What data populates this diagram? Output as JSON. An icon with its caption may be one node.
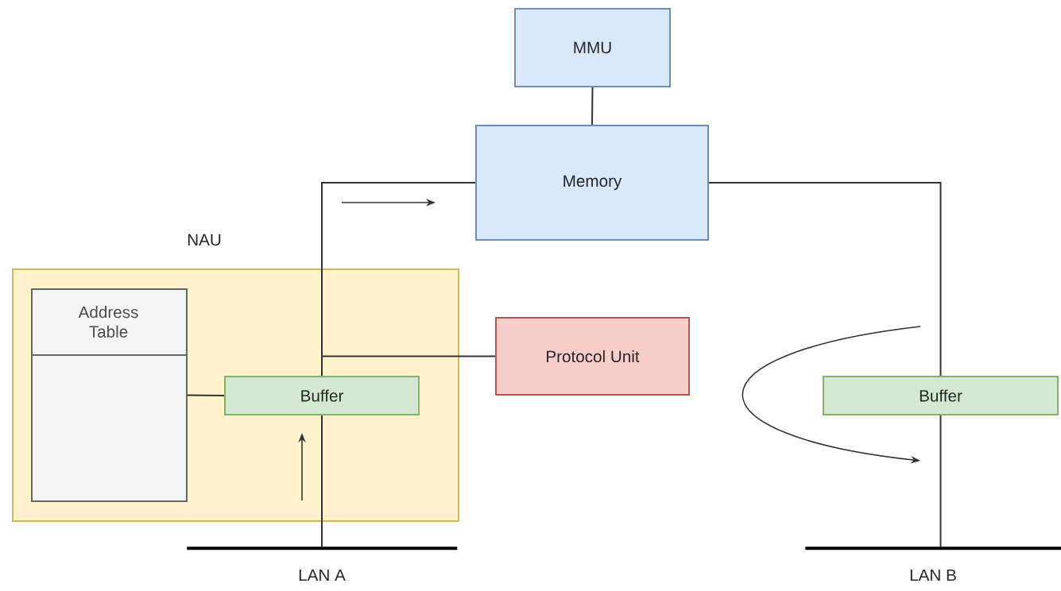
{
  "diagram": {
    "nodes": [
      {
        "text": [
          "MMU"
        ]
      },
      {
        "text": [
          "Memory"
        ]
      },
      {
        "text": [
          "NAU"
        ]
      },
      {
        "text": [
          "Address Table"
        ],
        "in": 2
      },
      {
        "text": [
          "Buffer"
        ],
        "in": 2
      },
      {
        "text": [
          "Protocol Unit"
        ]
      },
      {
        "text": [
          "Buffer"
        ]
      },
      {
        "text": [],
        "shape": "bar",
        "beside": [
          "LAN A"
        ]
      },
      {
        "text": [],
        "shape": "bar",
        "beside": [
          "LAN B"
        ]
      }
    ],
    "edges": [
      {
        "from": 0,
        "to": 1,
        "arrow": "none"
      },
      {
        "from": 1,
        "to": 4,
        "arrow": "none"
      },
      {
        "from": 5,
        "to": 4,
        "arrow": "none"
      },
      {
        "from": 3,
        "to": 4,
        "arrow": "none"
      },
      {
        "from": 4,
        "to": 7,
        "arrow": "none"
      },
      {
        "from": 1,
        "to": 6,
        "arrow": "none"
      },
      {
        "from": 6,
        "to": 8,
        "arrow": "none"
      }
    ]
  }
}
